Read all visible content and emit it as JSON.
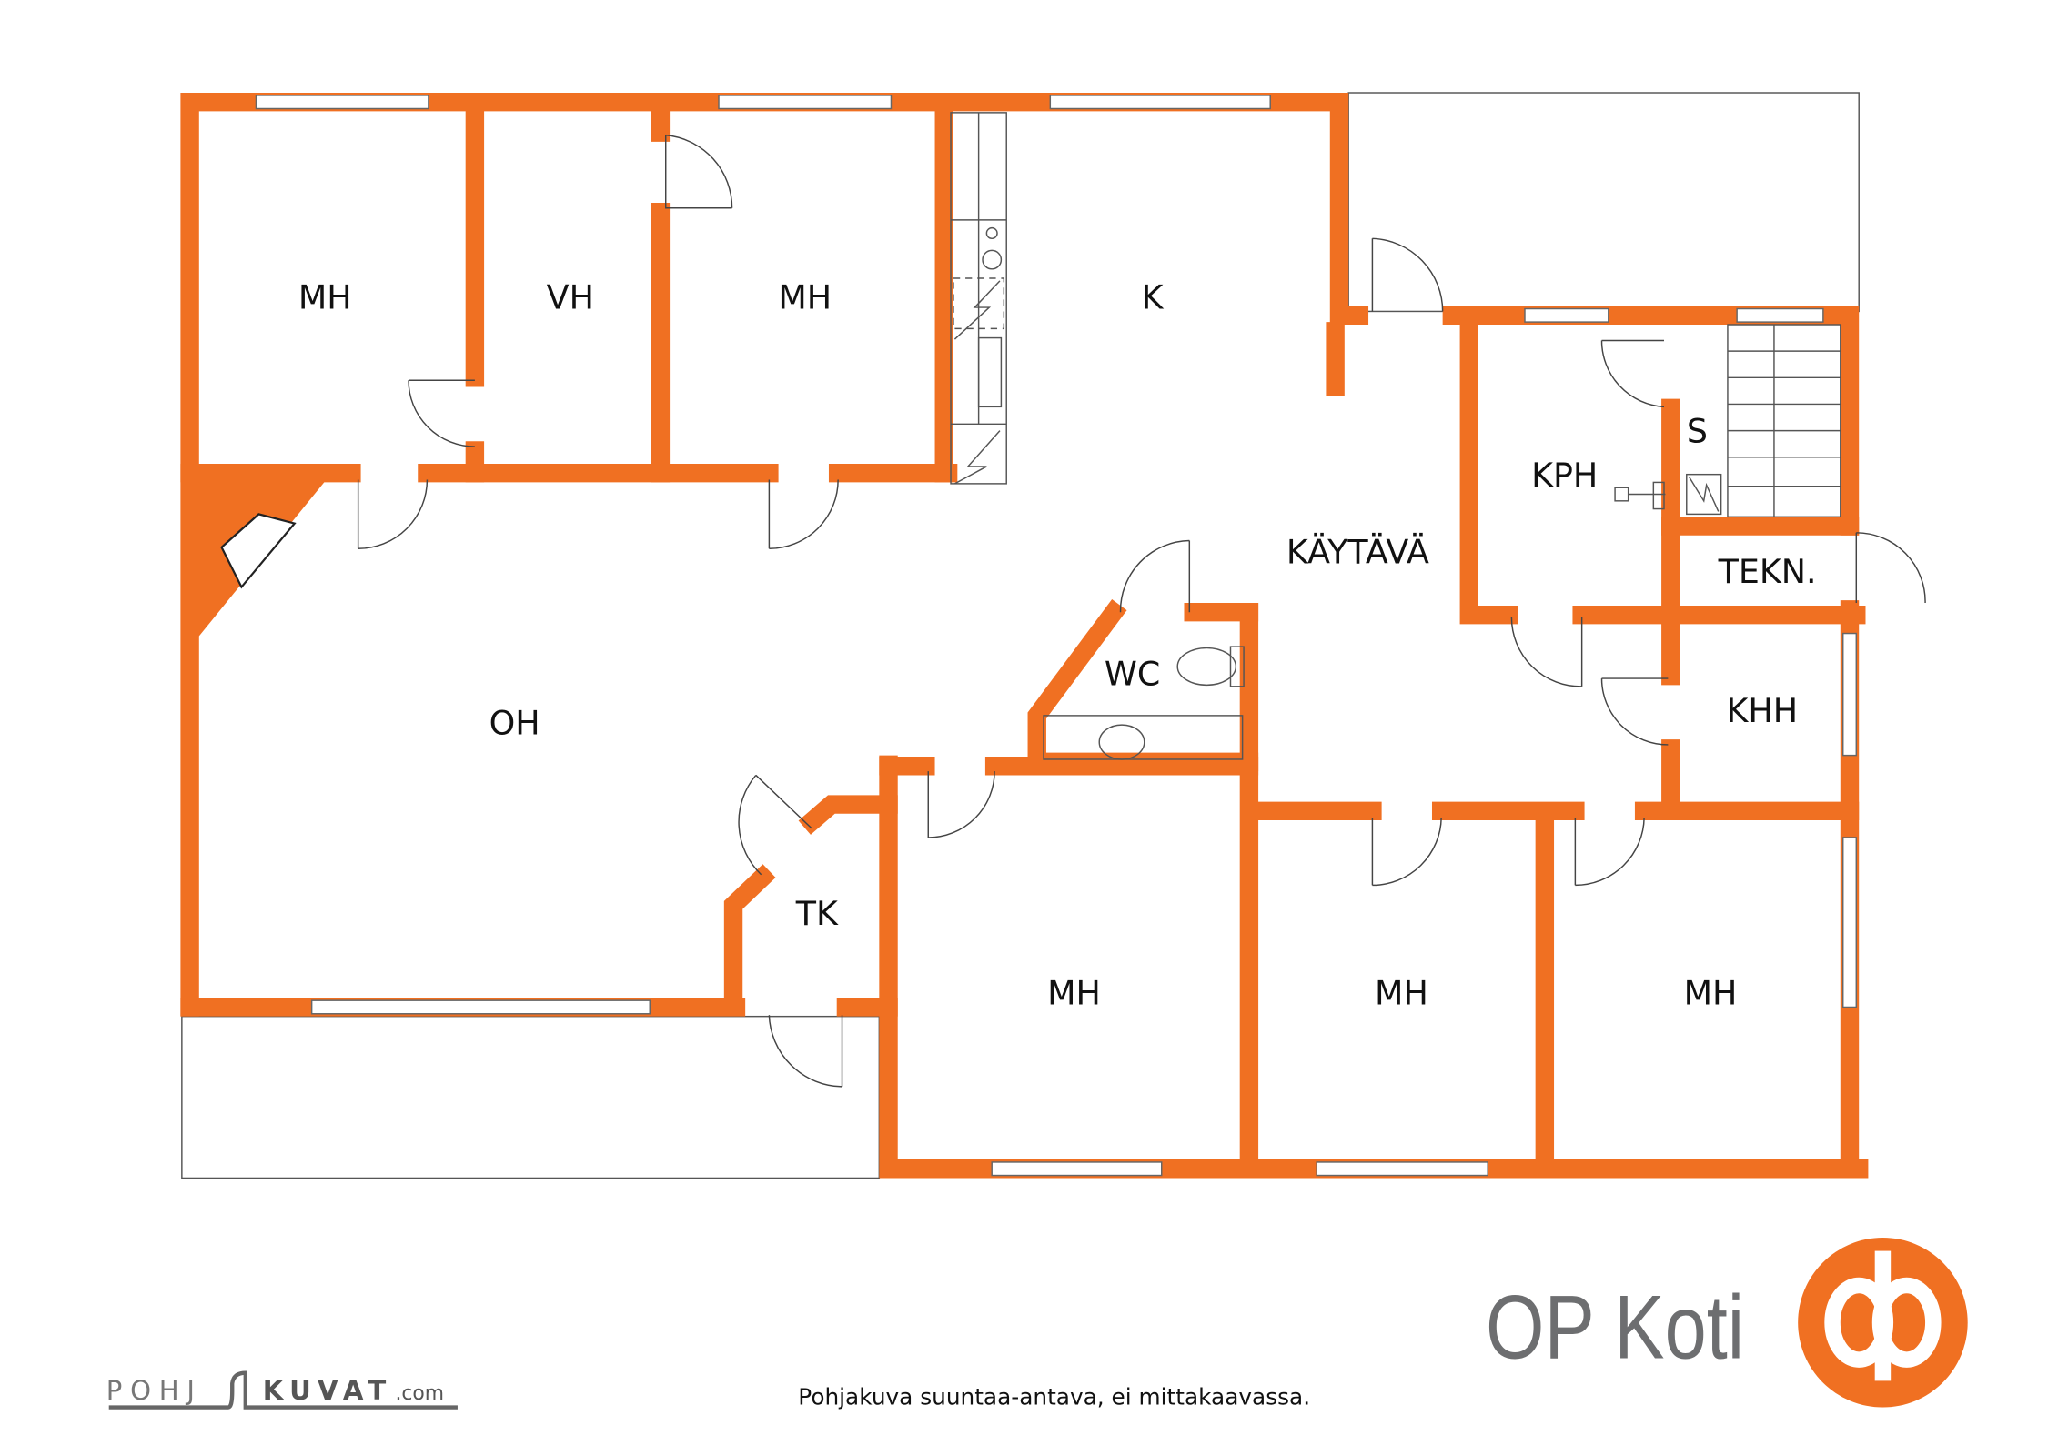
{
  "rooms": {
    "mh1": "MH",
    "vh": "VH",
    "mh2": "MH",
    "k": "K",
    "kph": "KPH",
    "s": "S",
    "kaytava": "KÄYTÄVÄ",
    "tekn": "TEKN.",
    "wc": "WC",
    "oh": "OH",
    "khh": "KHH",
    "tk": "TK",
    "mh3": "MH",
    "mh4": "MH",
    "mh5": "MH"
  },
  "footer": {
    "disclaimer": "Pohjakuva suuntaa-antava, ei mittakaavassa.",
    "pohjakuvat_logo": "POHJAKUVAT.com",
    "brand": "OP Koti",
    "brand_logo": "op"
  },
  "colors": {
    "wall": "#F07022",
    "brand_text": "#6d6e70"
  }
}
